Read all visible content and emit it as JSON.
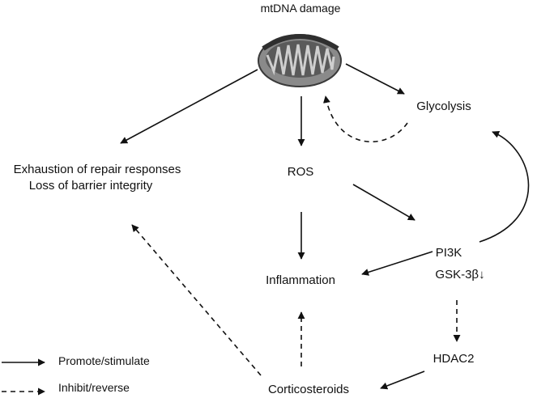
{
  "nodes": {
    "mtdna": "mtDNA damage",
    "glycolysis": "Glycolysis",
    "exhaustion_line1": "Exhaustion of repair responses",
    "exhaustion_line2": "Loss of barrier integrity",
    "ros": "ROS",
    "pi3k": "PI3K",
    "gsk": "GSK-3β↓",
    "inflammation": "Inflammation",
    "hdac2": "HDAC2",
    "corticosteroids": "Corticosteroids"
  },
  "legend": {
    "promote": "Promote/stimulate",
    "inhibit": "Inhibit/reverse"
  },
  "edges": [
    {
      "from": "mtdna",
      "to": "exhaustion",
      "style": "solid"
    },
    {
      "from": "mtdna",
      "to": "ros",
      "style": "solid"
    },
    {
      "from": "mtdna",
      "to": "glycolysis",
      "style": "solid"
    },
    {
      "from": "glycolysis",
      "to": "mtdna",
      "style": "dashed"
    },
    {
      "from": "ros",
      "to": "inflammation",
      "style": "solid"
    },
    {
      "from": "ros",
      "to": "pi3k",
      "style": "solid"
    },
    {
      "from": "pi3k",
      "to": "glycolysis",
      "style": "solid"
    },
    {
      "from": "pi3k",
      "to": "inflammation",
      "style": "solid"
    },
    {
      "from": "gsk",
      "to": "hdac2",
      "style": "dashed"
    },
    {
      "from": "hdac2",
      "to": "corticosteroids",
      "style": "solid"
    },
    {
      "from": "corticosteroids",
      "to": "inflammation",
      "style": "dashed"
    },
    {
      "from": "corticosteroids",
      "to": "exhaustion",
      "style": "dashed"
    }
  ]
}
